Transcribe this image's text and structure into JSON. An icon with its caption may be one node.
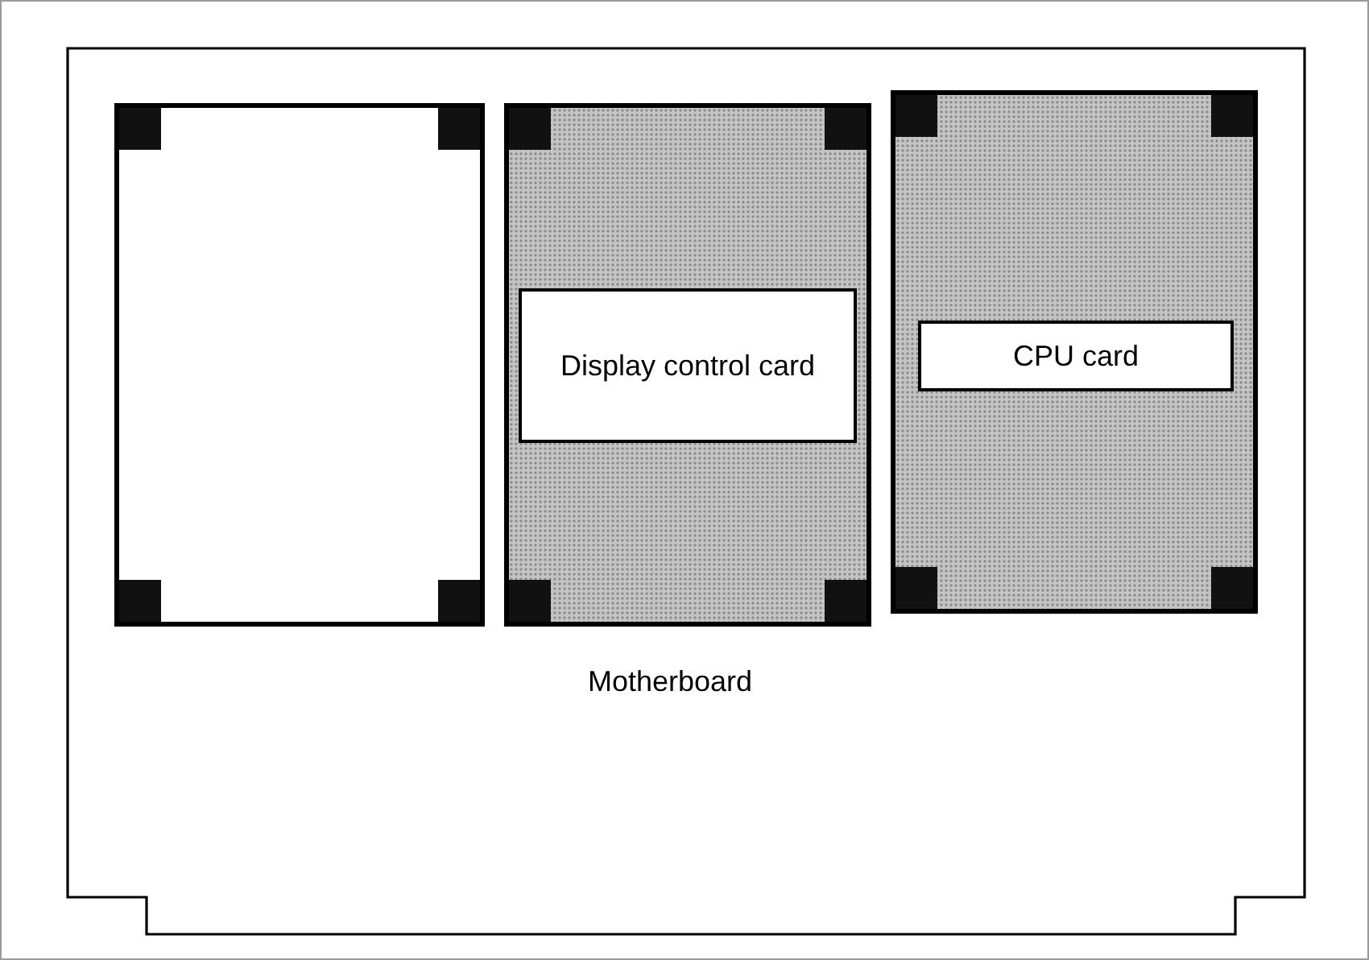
{
  "diagram": {
    "nodes": [
      {
        "text": [
          "Motherboard"
        ]
      },
      {
        "text": [],
        "shape": "box",
        "in": 0
      },
      {
        "text": [],
        "shape": "box",
        "in": 0
      },
      {
        "text": [
          "Display control card"
        ],
        "in": 2
      },
      {
        "text": [],
        "shape": "box",
        "in": 0
      },
      {
        "text": [
          "CPU card"
        ],
        "in": 4
      }
    ]
  }
}
